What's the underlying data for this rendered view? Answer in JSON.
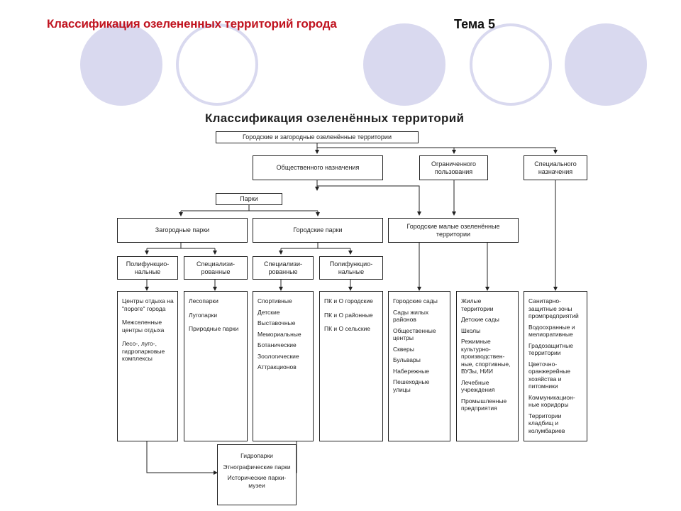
{
  "slide_title": "Классификация озелененных территорий города",
  "theme": "Тема 5",
  "diagram_title": "Классификация озеленённых территорий",
  "top_box": "Городские и загородные озеленённые территории",
  "public_use": "Общественного назначения",
  "limited_use": "Ограниченного пользования",
  "special_use": "Специального назначения",
  "parks": "Парки",
  "suburban_parks": "Загородные парки",
  "city_parks": "Городские парки",
  "small_territories": "Городские малые озеленённые территории",
  "multifunctional_1": "Полифункцио-нальные",
  "specialized_1": "Специализи-рованные",
  "specialized_2": "Специализи-рованные",
  "multifunctional_2": "Полифункцио-нальные",
  "list_suburban_multi": [
    "Центры отдыха на \"пороге\" города",
    "Межселенные центры отдыха",
    "Лесо-, луго-, гидропарковые комплексы"
  ],
  "list_suburban_spec": [
    "Лесопарки",
    "Лугопарки",
    "Природные парки"
  ],
  "list_city_spec": [
    "Спортивные",
    "Детские",
    "Выставочные",
    "Мемориальные",
    "Ботанические",
    "Зоологические",
    "Аттракционов"
  ],
  "list_city_multi": [
    "ПК и О городские",
    "ПК и О районные",
    "ПК и О сельские"
  ],
  "list_small": [
    "Городские сады",
    "Сады жилых районов",
    "Общественные центры",
    "Скверы",
    "Бульвары",
    "Набережные",
    "Пешеходные улицы"
  ],
  "list_limited": [
    "Жилые территории",
    "Детские сады",
    "Школы",
    "Режимные культурно-производствен-ные, спортивные, ВУЗы, НИИ",
    "Лечебные учреждения",
    "Промышленные предприятия"
  ],
  "list_special": [
    "Санитарно-защитные зоны промпредприятий",
    "Водоохранные и мелиоративные",
    "Градозащитные территории",
    "Цветочно-оранжерейные хозяйства и питомники",
    "Коммуникацион-ные коридоры",
    "Территории кладбищ и колумбариев"
  ],
  "list_bottom": [
    "Гидропарки",
    "Этнографические парки",
    "Исторические парки-музеи"
  ]
}
